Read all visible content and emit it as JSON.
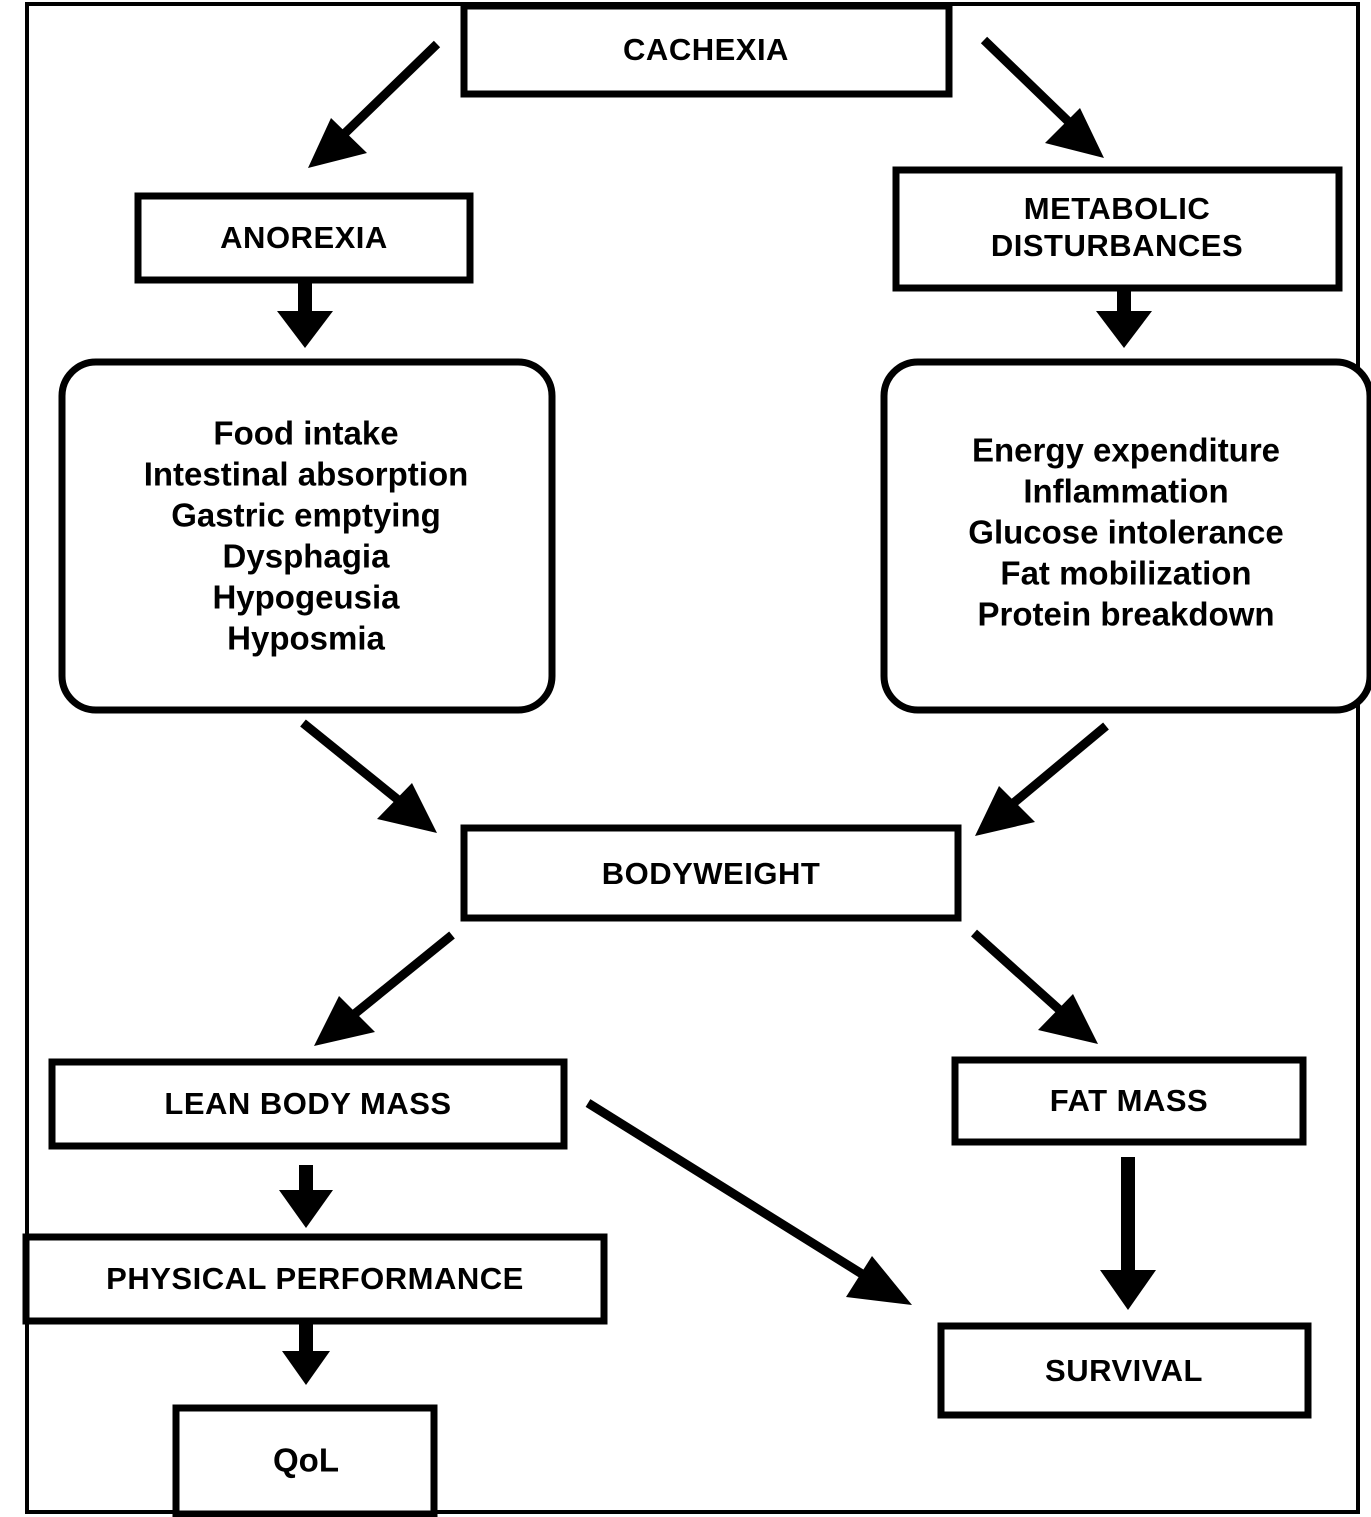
{
  "diagram": {
    "title": "Cachexia pathophysiology flowchart",
    "colors": {
      "background": "#ffffff",
      "stroke": "#000000",
      "text": "#000000"
    },
    "nodes": {
      "cachexia": {
        "label": "CACHEXIA"
      },
      "anorexia": {
        "label": "ANOREXIA"
      },
      "metabolic": {
        "line1": "METABOLIC",
        "line2": "DISTURBANCES"
      },
      "anorexia_effects": {
        "items": [
          "Food intake",
          "Intestinal absorption",
          "Gastric emptying",
          "Dysphagia",
          "Hypogeusia",
          "Hyposmia"
        ]
      },
      "metabolic_effects": {
        "items": [
          "Energy expenditure",
          "Inflammation",
          "Glucose intolerance",
          "Fat mobilization",
          "Protein breakdown"
        ]
      },
      "bodyweight": {
        "label": "BODYWEIGHT"
      },
      "lean_body_mass": {
        "label": "LEAN BODY MASS"
      },
      "fat_mass": {
        "label": "FAT MASS"
      },
      "physical_performance": {
        "label": "PHYSICAL PERFORMANCE"
      },
      "survival": {
        "label": "SURVIVAL"
      },
      "qol": {
        "label": "QoL"
      }
    },
    "edges": [
      {
        "name": "cachexia-to-anorexia",
        "from": "cachexia",
        "to": "anorexia",
        "style": "thin-diagonal"
      },
      {
        "name": "cachexia-to-metabolic",
        "from": "cachexia",
        "to": "metabolic",
        "style": "thin-diagonal"
      },
      {
        "name": "anorexia-to-anorexia-effects",
        "from": "anorexia",
        "to": "anorexia_effects",
        "style": "thick-vertical"
      },
      {
        "name": "metabolic-to-metabolic-effects",
        "from": "metabolic",
        "to": "metabolic_effects",
        "style": "thick-vertical"
      },
      {
        "name": "anorexia-effects-to-bodyweight",
        "from": "anorexia_effects",
        "to": "bodyweight",
        "style": "thin-diagonal"
      },
      {
        "name": "metabolic-effects-to-bodyweight",
        "from": "metabolic_effects",
        "to": "bodyweight",
        "style": "thin-diagonal"
      },
      {
        "name": "bodyweight-to-lean-body-mass",
        "from": "bodyweight",
        "to": "lean_body_mass",
        "style": "thin-diagonal"
      },
      {
        "name": "bodyweight-to-fat-mass",
        "from": "bodyweight",
        "to": "fat_mass",
        "style": "thin-diagonal"
      },
      {
        "name": "lean-body-mass-to-physical-performance",
        "from": "lean_body_mass",
        "to": "physical_performance",
        "style": "thick-vertical"
      },
      {
        "name": "lean-body-mass-to-survival",
        "from": "lean_body_mass",
        "to": "survival",
        "style": "thin-diagonal"
      },
      {
        "name": "fat-mass-to-survival",
        "from": "fat_mass",
        "to": "survival",
        "style": "thick-vertical"
      },
      {
        "name": "physical-performance-to-qol",
        "from": "physical_performance",
        "to": "qol",
        "style": "thick-vertical"
      }
    ]
  }
}
